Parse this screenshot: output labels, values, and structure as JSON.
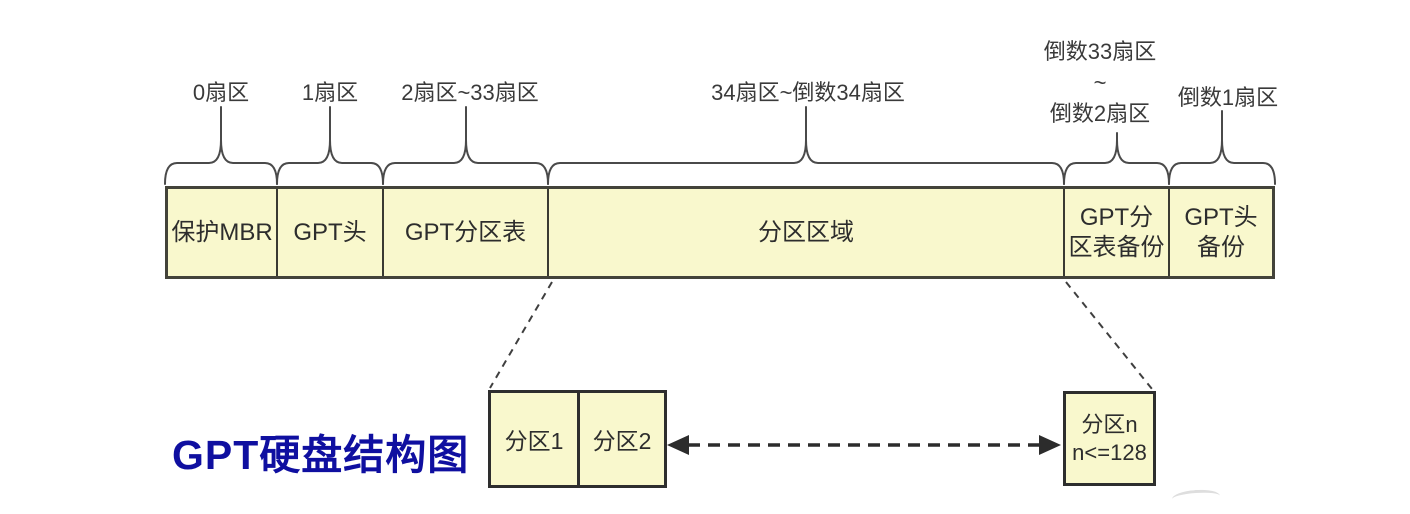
{
  "diagram_title": "GPT硬盘结构图",
  "colors": {
    "segment_fill": "#f9f8cd",
    "segment_border": "#43433a",
    "title_color": "#0f0fa0",
    "line_color": "#4a4a4a"
  },
  "disk_bar": {
    "segments": [
      {
        "label": "保护MBR",
        "sector_label": "0扇区"
      },
      {
        "label": "GPT头",
        "sector_label": "1扇区"
      },
      {
        "label": "GPT分区表",
        "sector_label": "2扇区~33扇区"
      },
      {
        "label": "分区区域",
        "sector_label": "34扇区~倒数34扇区"
      },
      {
        "label": "GPT分\n区表备份",
        "sector_label": "倒数33扇区\n~\n倒数2扇区"
      },
      {
        "label": "GPT头\n备份",
        "sector_label": "倒数1扇区"
      }
    ]
  },
  "partition_detail": {
    "boxes": [
      {
        "label": "分区1"
      },
      {
        "label": "分区2"
      },
      {
        "label": "分区n\nn<=128"
      }
    ]
  }
}
